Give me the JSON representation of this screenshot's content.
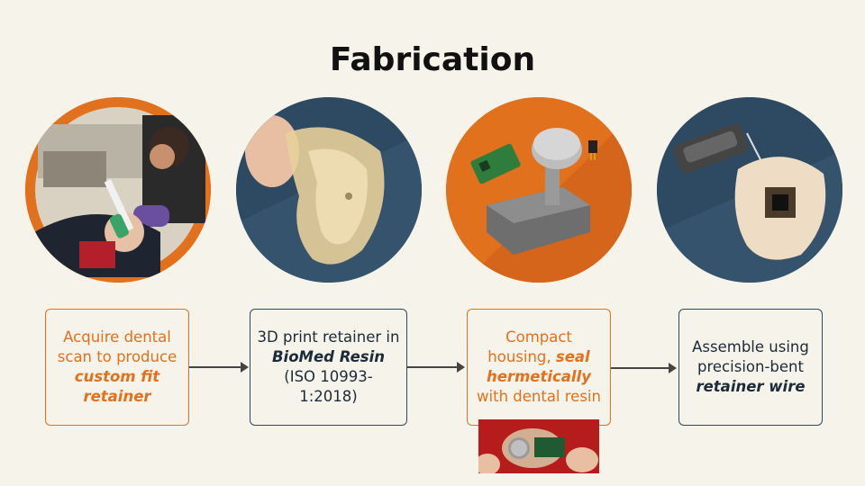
{
  "title": "Fabrication",
  "steps": [
    {
      "pre": "Acquire dental scan to produce",
      "emph": "custom fit retainer",
      "post": ""
    },
    {
      "pre": "3D print retainer in",
      "emph": "BioMed Resin",
      "post": "(ISO 10993-1:2018)"
    },
    {
      "pre": "Compact housing,",
      "emph": "seal hermetically",
      "post": "with dental resin"
    },
    {
      "pre": "Assemble using precision-bent",
      "emph": "retainer wire",
      "post": ""
    }
  ],
  "colors": {
    "orange": "#e2711d",
    "navy": "#2e4a63",
    "background": "#f6f3ea"
  },
  "images": [
    "dental-scan-photo",
    "3d-printed-retainer-photo",
    "housing-render",
    "assembled-retainer-photo",
    "sealed-circuit-photo"
  ]
}
